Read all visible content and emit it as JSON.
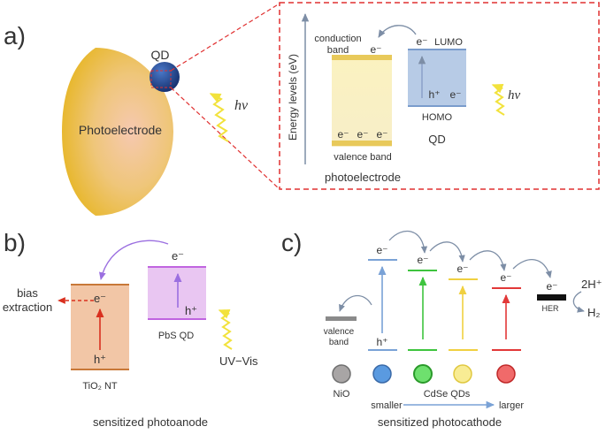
{
  "panel_a": {
    "label": "a)",
    "photoelectrode_label": "Photoelectrode",
    "qd_label": "QD",
    "hv": "hν",
    "inset": {
      "y_axis": "Energy levels (eV)",
      "conduction_band": [
        "conduction",
        "band"
      ],
      "valence_band": "valence band",
      "electron": "e⁻",
      "hole": "h⁺",
      "lumo": "LUMO",
      "homo": "HOMO",
      "qd": "QD",
      "hv": "hν",
      "photoelectrode": "photoelectrode"
    }
  },
  "panel_b": {
    "label": "b)",
    "bias": [
      "bias",
      "extraction"
    ],
    "tio2": "TiO₂ NT",
    "pbs": "PbS QD",
    "uv_vis": "UV−Vis",
    "electron": "e⁻",
    "hole": "h⁺",
    "caption": "sensitized photoanode"
  },
  "panel_c": {
    "label": "c)",
    "valence_band": [
      "valence",
      "band"
    ],
    "nio": "NiO",
    "cdse": "CdSe QDs",
    "smaller": "smaller",
    "larger": "larger",
    "her": "HER",
    "two_h": "2H⁺",
    "h2": "H₂",
    "electron": "e⁻",
    "hole": "h⁺",
    "caption": "sensitized photocathode"
  },
  "colors": {
    "gold": "#e8b830",
    "qd_blue": "#1f3f8a",
    "red_dash": "#e03030",
    "tio2": "#f2c6a6",
    "pbs": "#e9c6f2",
    "green": "#3ec43e",
    "yellow": "#f0d040",
    "red": "#e23838",
    "blue": "#4a8ed8",
    "gray": "#9a9a9a"
  }
}
